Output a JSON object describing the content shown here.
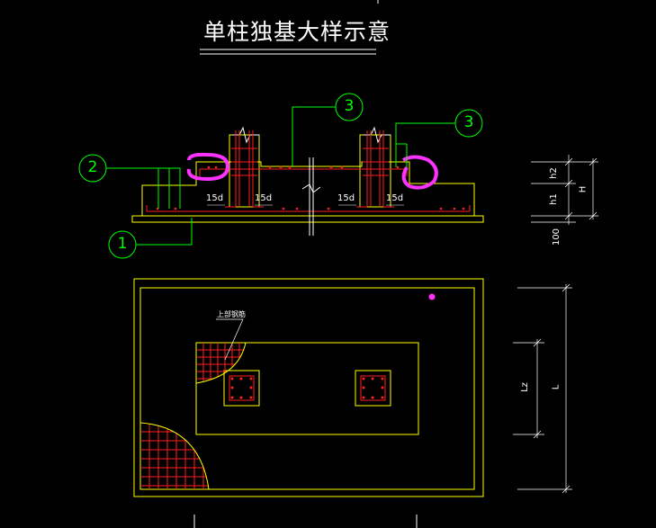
{
  "title": "单柱独基大样示意",
  "section": {
    "callouts": [
      "1",
      "2",
      "3",
      "3"
    ],
    "dims": [
      "15d",
      "15d",
      "15d",
      "15d"
    ]
  },
  "dimensions": {
    "h2": "h2",
    "h1": "h1",
    "H": "H",
    "cover": "100",
    "Lz": "Lz",
    "L": "L"
  },
  "plan": {
    "top_rebar_label": "上部钢筋"
  },
  "colors": {
    "background": "#000000",
    "outline": "#ffff00",
    "rebar": "#ff2020",
    "leader": "#00ff00",
    "highlight": "#ff33ff",
    "text": "#ffffff"
  }
}
